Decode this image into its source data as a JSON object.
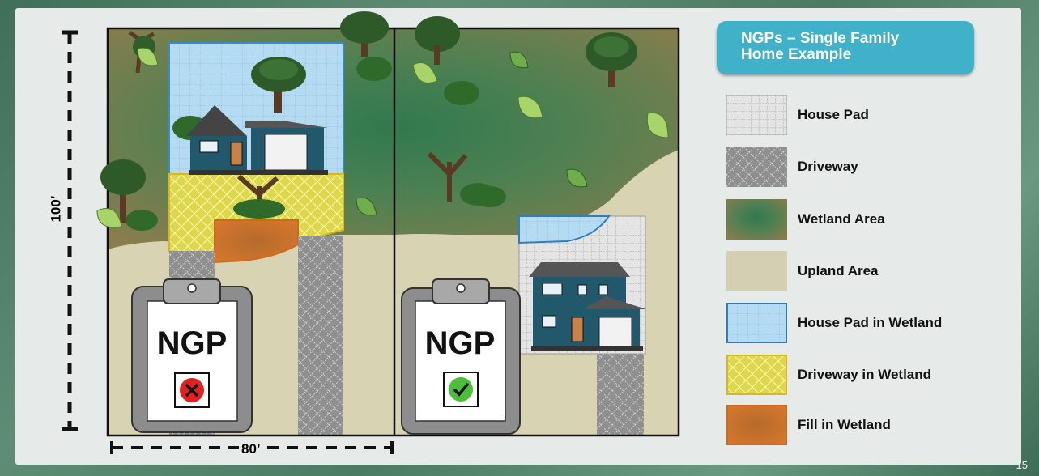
{
  "legend": {
    "title": "NGPs – Single Family Home Example",
    "title_line1": "NGPs – Single Family",
    "title_line2": "Home Example",
    "items": [
      {
        "label": "House Pad"
      },
      {
        "label": "Driveway"
      },
      {
        "label": "Wetland Area"
      },
      {
        "label": "Upland Area"
      },
      {
        "label": "House Pad in Wetland"
      },
      {
        "label": "Driveway in Wetland"
      },
      {
        "label": "Fill in Wetland"
      }
    ]
  },
  "dimensions": {
    "height": "100’",
    "width": "80’"
  },
  "lots": {
    "left": {
      "card_text": "NGP",
      "status_icon": "x-mark-icon",
      "status": "not eligible"
    },
    "right": {
      "card_text": "NGP",
      "status_icon": "check-mark-icon",
      "status": "eligible"
    }
  },
  "page_number": "15",
  "colors": {
    "legend_header": "#3fb1c8",
    "wetland": "#3f7a55",
    "upland": "#c9c4a2",
    "house_pad_wetland": "#a9d3ee",
    "driveway_wetland": "#dfd64a",
    "fill": "#d8782e",
    "house": "#22586b"
  }
}
